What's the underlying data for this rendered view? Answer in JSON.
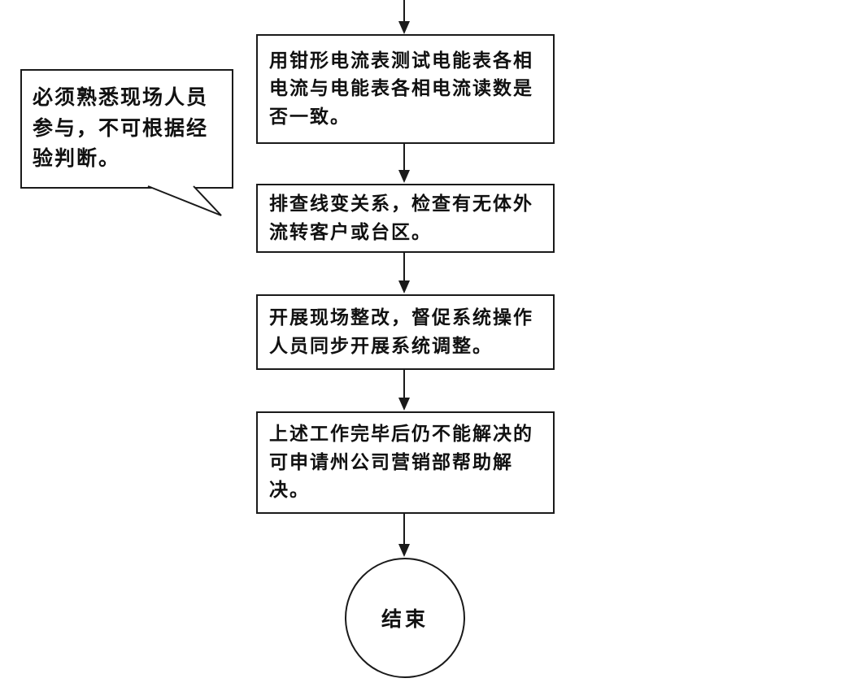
{
  "diagram": {
    "type": "flowchart",
    "callout": {
      "text": "必须熟悉现场人员参与，不可根据经验判断。"
    },
    "steps": [
      "用钳形电流表测试电能表各相电流与电能表各相电流读数是否一致。",
      "排查线变关系，检查有无体外流转客户或台区。",
      "开展现场整改，督促系统操作人员同步开展系统调整。",
      "上述工作完毕后仍不能解决的可申请州公司营销部帮助解决。"
    ],
    "terminal": {
      "label": "结束"
    },
    "colors": {
      "stroke": "#1a1a1a",
      "background": "#ffffff"
    }
  }
}
